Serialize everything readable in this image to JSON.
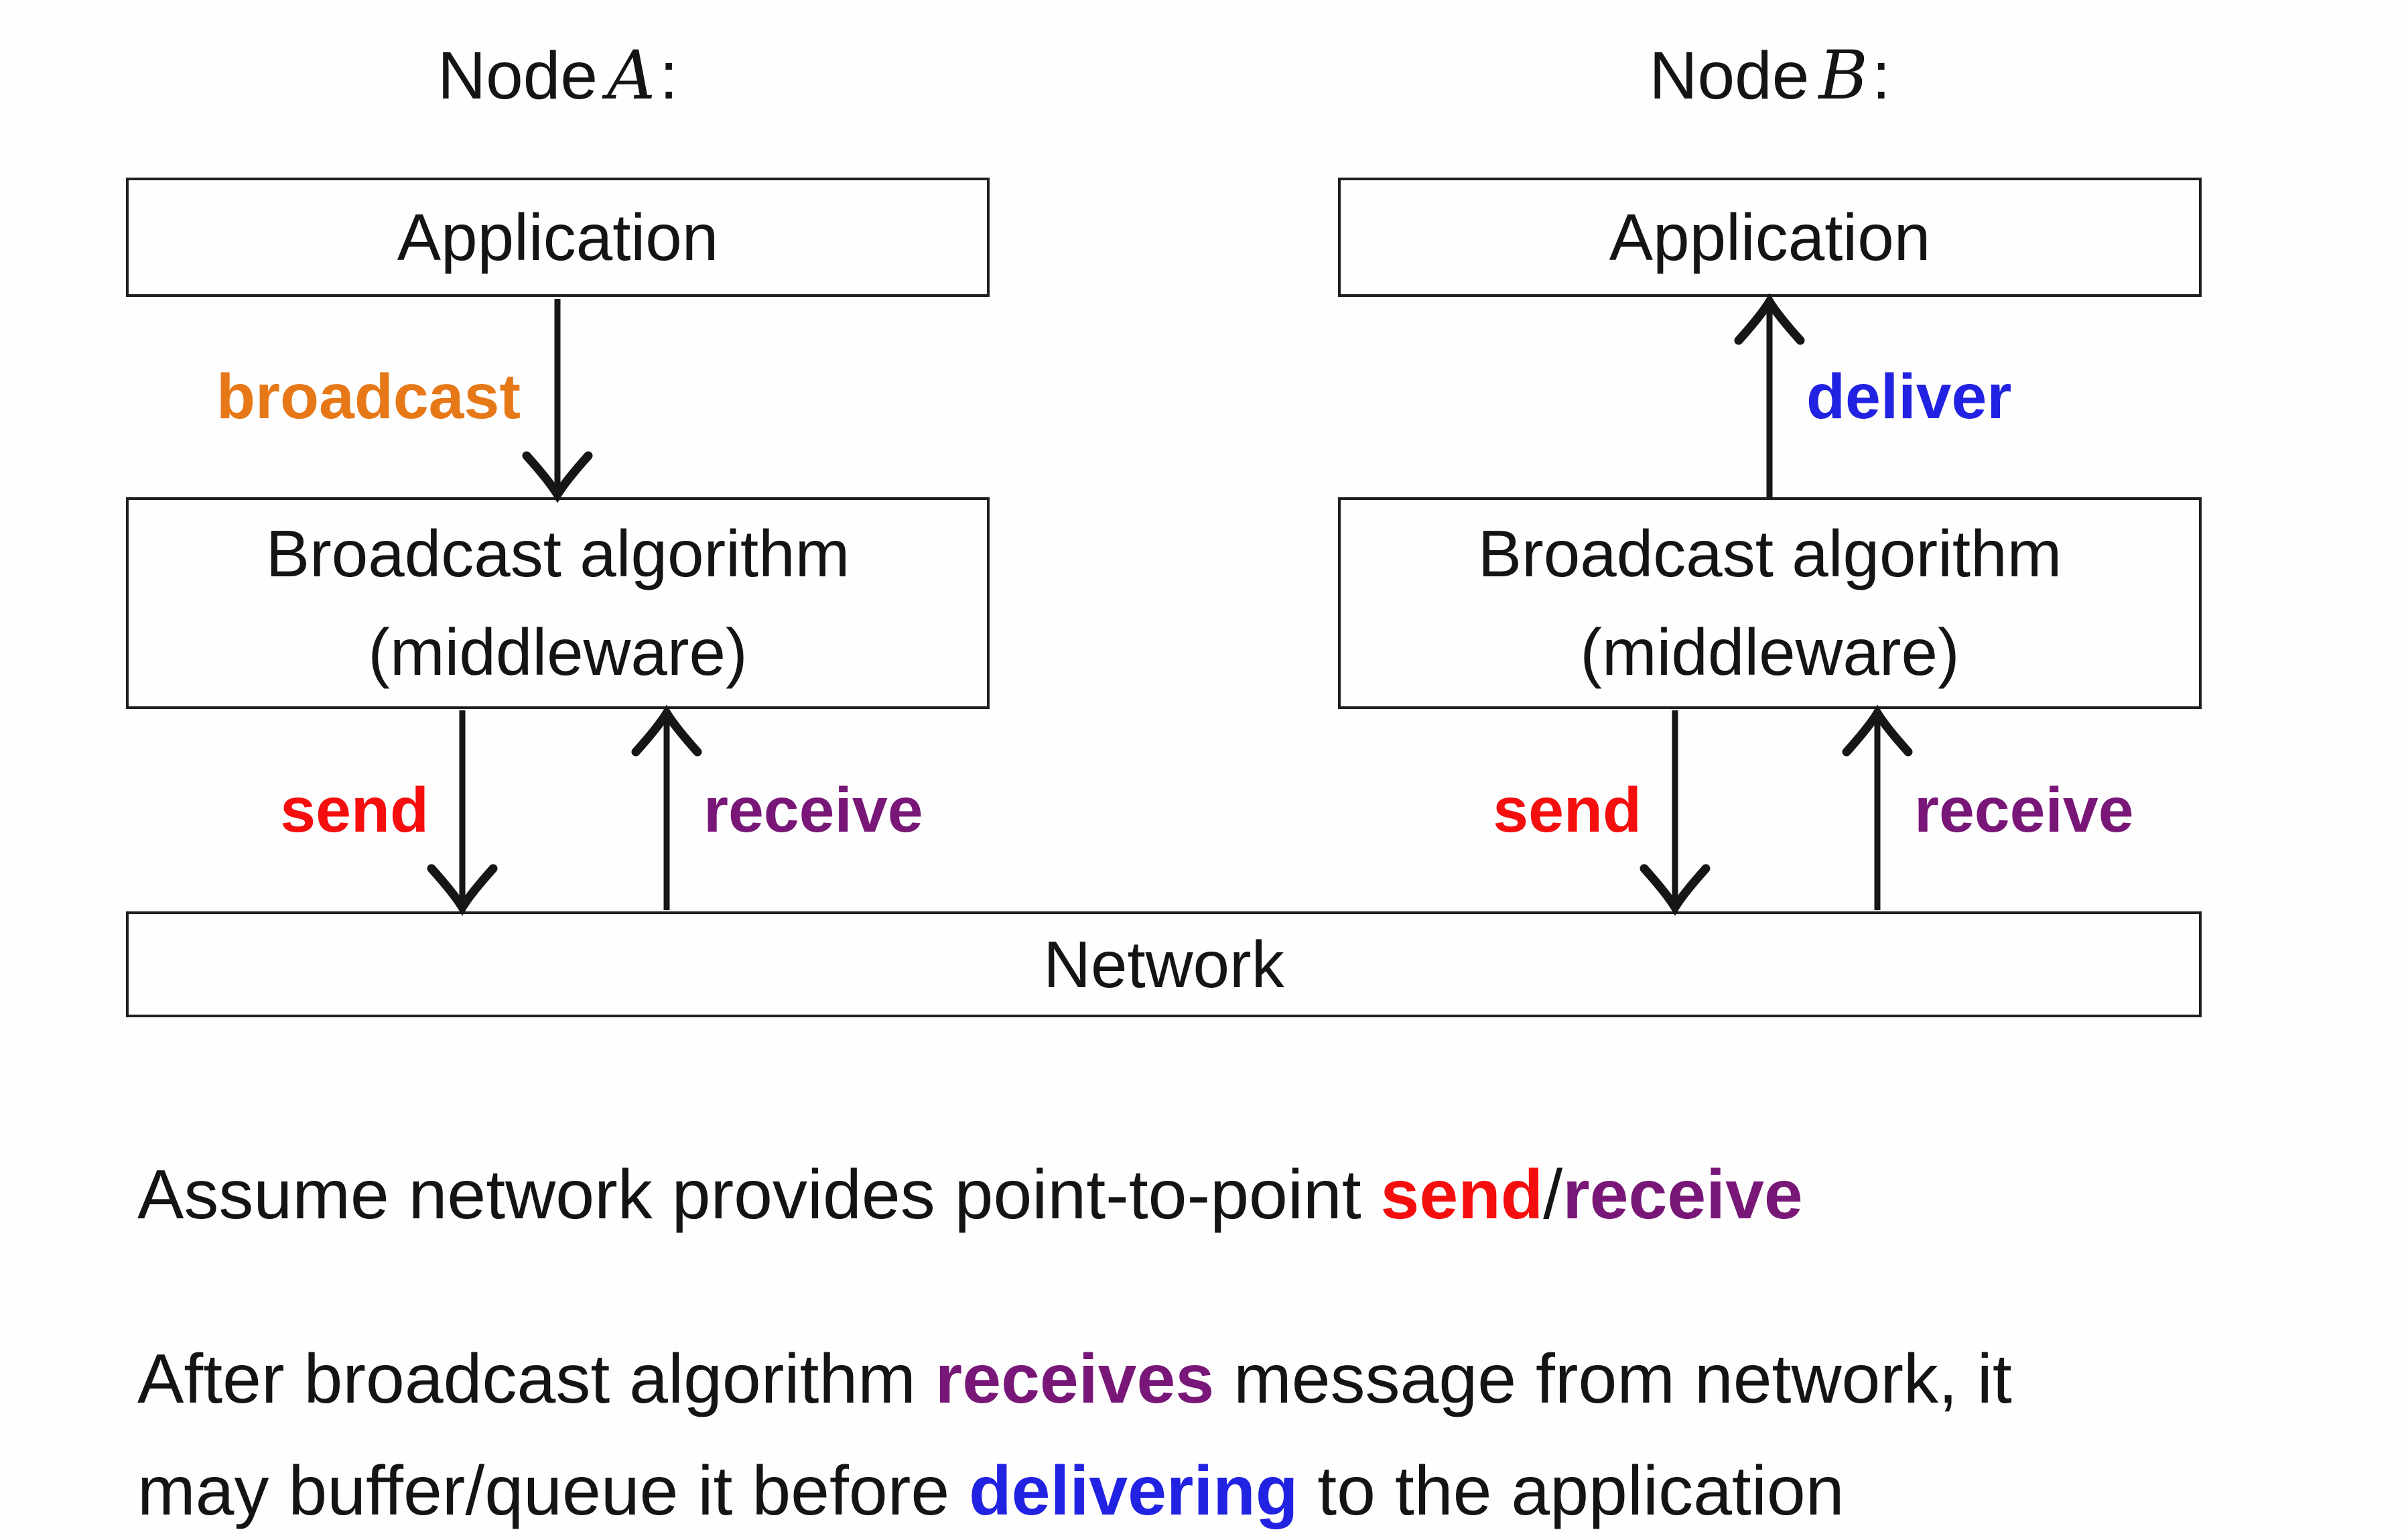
{
  "colors": {
    "broadcast-orange": "#e67817",
    "send-red": "#f40e0e",
    "receive-purple": "#781777",
    "deliver-blue": "#2222e2",
    "ink": "#141414"
  },
  "diagram": {
    "node_a": {
      "title_prefix": "Node",
      "title_var": "A",
      "title_suffix": ":",
      "application_label": "Application",
      "middleware_line1": "Broadcast algorithm",
      "middleware_line2": "(middleware)",
      "broadcast_label": "broadcast",
      "send_label": "send",
      "receive_label": "receive"
    },
    "node_b": {
      "title_prefix": "Node",
      "title_var": "B",
      "title_suffix": ":",
      "application_label": "Application",
      "middleware_line1": "Broadcast algorithm",
      "middleware_line2": "(middleware)",
      "deliver_label": "deliver",
      "send_label": "send",
      "receive_label": "receive"
    },
    "network_label": "Network"
  },
  "captions": {
    "line1": {
      "part_plain": "Assume network provides point-to-point ",
      "part_send": "send",
      "part_slash": "/",
      "part_receive": "receive"
    },
    "para2_line1": {
      "part_plain1": "After broadcast algorithm ",
      "part_receives": "receives",
      "part_plain2": " message from network, it"
    },
    "para2_line2": {
      "part_plain1": "may buffer/queue it before ",
      "part_delivering": "delivering",
      "part_plain2": " to the application"
    }
  }
}
